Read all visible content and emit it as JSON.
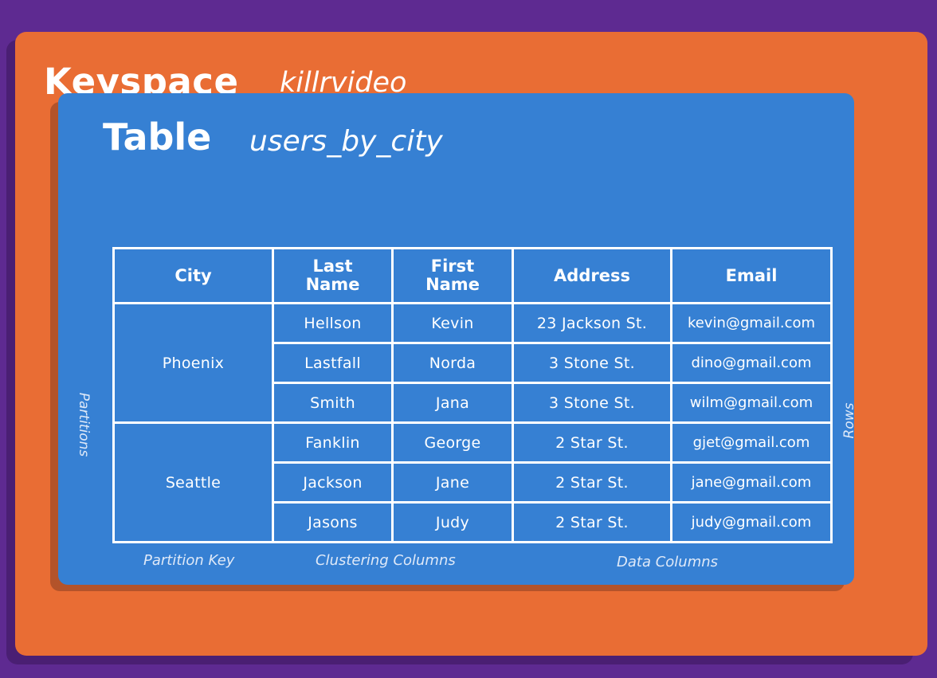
{
  "keyspace": {
    "label": "Keyspace",
    "name": "killrvideo"
  },
  "table": {
    "label": "Table",
    "name": "users_by_city",
    "headers": [
      [
        "City"
      ],
      [
        "Last",
        "Name"
      ],
      [
        "First",
        "Name"
      ],
      [
        "Address"
      ],
      [
        "Email"
      ]
    ],
    "partitions": [
      {
        "city": "Phoenix",
        "rows": [
          {
            "last": "Hellson",
            "first": "Kevin",
            "address": "23 Jackson St.",
            "email": "kevin@gmail.com"
          },
          {
            "last": "Lastfall",
            "first": "Norda",
            "address": "3 Stone St.",
            "email": "dino@gmail.com"
          },
          {
            "last": "Smith",
            "first": "Jana",
            "address": "3 Stone St.",
            "email": "wilm@gmail.com"
          }
        ]
      },
      {
        "city": "Seattle",
        "rows": [
          {
            "last": "Fanklin",
            "first": "George",
            "address": "2 Star St.",
            "email": "gjet@gmail.com"
          },
          {
            "last": "Jackson",
            "first": "Jane",
            "address": "2 Star St.",
            "email": "jane@gmail.com"
          },
          {
            "last": "Jasons",
            "first": "Judy",
            "address": "2 Star St.",
            "email": "judy@gmail.com"
          }
        ]
      }
    ]
  },
  "labels": {
    "partitions": "Partitions",
    "rows": "Rows",
    "partition_key": "Partition Key",
    "clustering_columns": "Clustering Columns",
    "data_columns": "Data Columns"
  },
  "colors": {
    "background": "#5e2a91",
    "keyspace": "#e96d34",
    "table": "#3680d3",
    "text": "#ffffff"
  }
}
